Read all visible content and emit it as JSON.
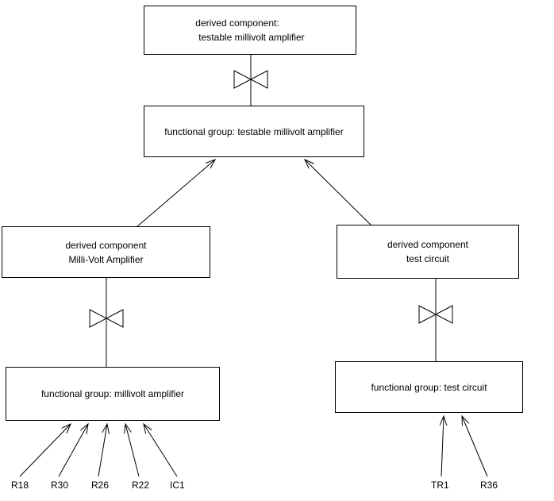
{
  "colors": {
    "background": "#ffffff",
    "line": "#000000",
    "box_fill": "#ffffff",
    "text": "#000000"
  },
  "symbols": {
    "bowtie": "⋈"
  },
  "nodes": {
    "derived_testable": {
      "line1": "derived component:",
      "line2": "testable millivolt amplifier"
    },
    "fg_testable": {
      "label": "functional group: testable millivolt amplifier"
    },
    "derived_mva": {
      "line1": "derived component",
      "line2": "Milli-Volt Amplifier"
    },
    "fg_mva": {
      "label": "functional group: millivolt amplifier"
    },
    "derived_test": {
      "line1": "derived component",
      "line2": "test circuit"
    },
    "fg_test": {
      "label": "functional group: test circuit"
    }
  },
  "components_left": [
    "R18",
    "R30",
    "R26",
    "R22",
    "IC1"
  ],
  "components_right": [
    "TR1",
    "R36"
  ]
}
